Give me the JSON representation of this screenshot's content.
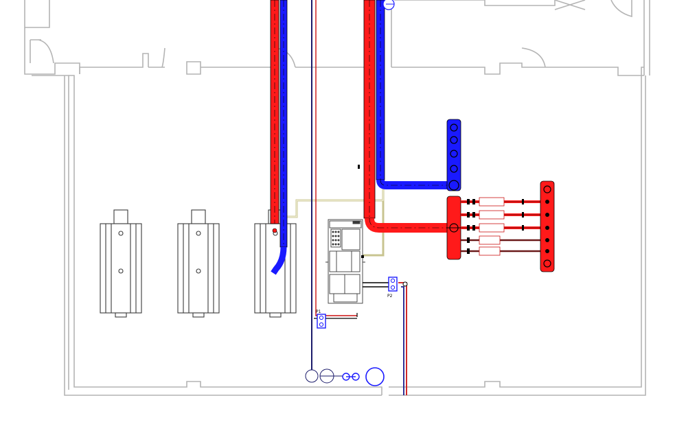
{
  "drawing": {
    "tags": {
      "pump_1": "P1",
      "pump_2": "P2"
    },
    "colors": {
      "background": "#ffffff",
      "wall": "#b4b4b4",
      "supply_pipe": "#ff1a1a",
      "return_pipe": "#1a1aff",
      "gas_pipe": "#d8d4a8",
      "pipe_outline": "#000000",
      "equipment_outline": "#3a3a3a"
    },
    "icons": [
      "boiler-unit",
      "manifold",
      "pump",
      "expansion-tank",
      "control-panel"
    ]
  }
}
